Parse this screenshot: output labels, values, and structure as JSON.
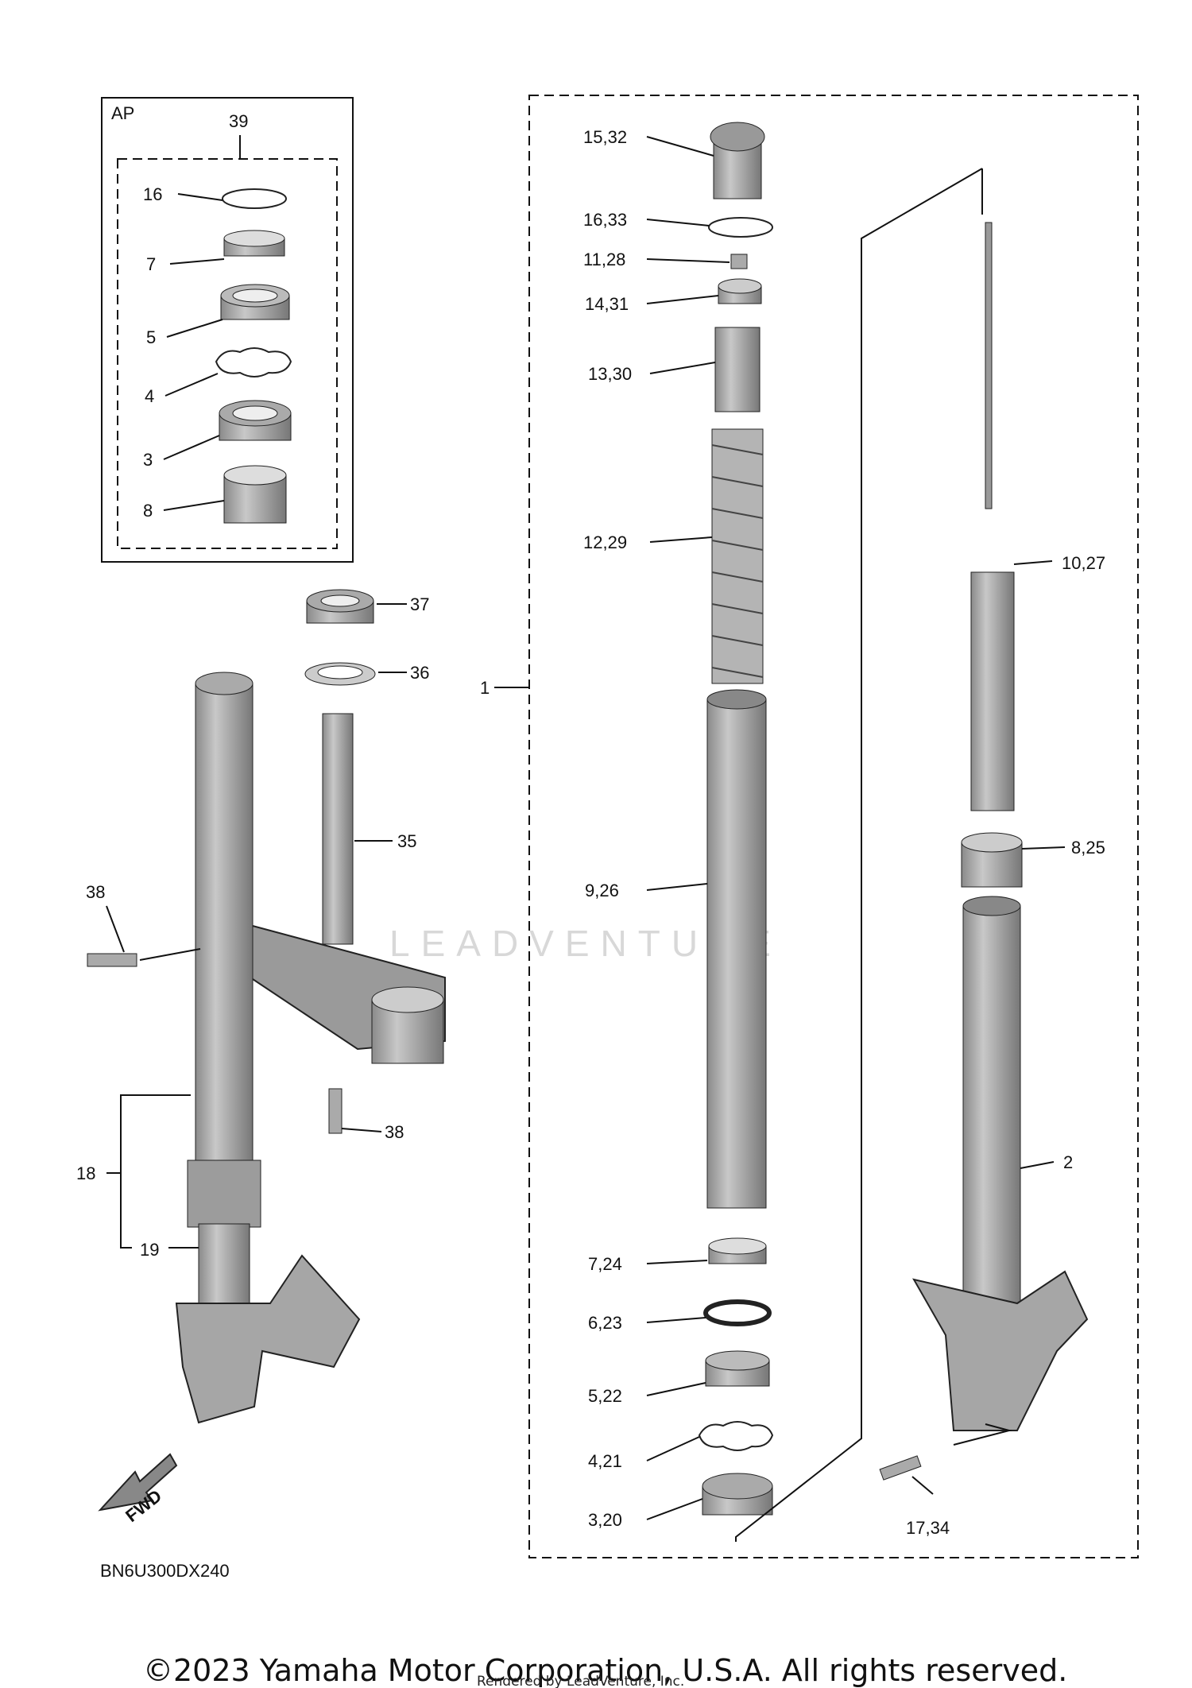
{
  "diagram": {
    "code": "BN6U300DX240",
    "ap_box_label": "AP",
    "fwd_label": "FWD",
    "watermark": "LEADVENTURE",
    "labels": {
      "ap_39": "39",
      "ap_16": "16",
      "ap_7": "7",
      "ap_5": "5",
      "ap_4": "4",
      "ap_3": "3",
      "ap_8": "8",
      "l37": "37",
      "l36": "36",
      "l35": "35",
      "l38a": "38",
      "l38b": "38",
      "l18": "18",
      "l19": "19",
      "l1": "1",
      "l15_32": "15,32",
      "l16_33": "16,33",
      "l11_28": "11,28",
      "l14_31": "14,31",
      "l13_30": "13,30",
      "l12_29": "12,29",
      "l9_26": "9,26",
      "l7_24": "7,24",
      "l6_23": "6,23",
      "l5_22": "5,22",
      "l4_21": "4,21",
      "l3_20": "3,20",
      "l10_27": "10,27",
      "l8_25": "8,25",
      "l2": "2",
      "l17_34": "17,34"
    }
  },
  "footer": {
    "copyright": "©2023 Yamaha Motor Corporation, U.S.A. All rights reserved.",
    "rendered_by": "Rendered by LeadVenture, Inc."
  }
}
